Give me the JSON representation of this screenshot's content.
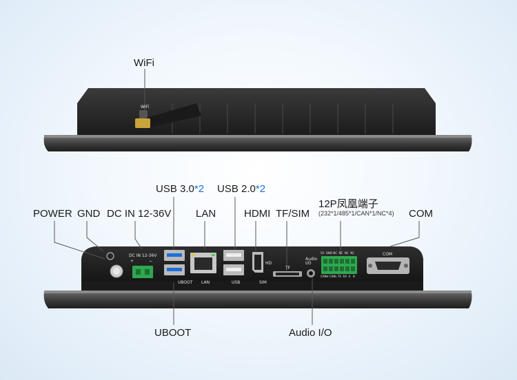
{
  "labels": {
    "wifi": "WiFi",
    "wifi_print": "WiFi",
    "usb3": "USB 3.0",
    "usb3_count": "*2",
    "usb2": "USB 2.0",
    "usb2_count": "*2",
    "power": "POWER",
    "gnd": "GND",
    "dc_in": "DC IN 12-36V",
    "lan": "LAN",
    "hdmi": "HDMI",
    "tf_sim": "TF/SIM",
    "terminal_title": "12P凤凰端子",
    "terminal_sub": "(232*1/485*1/CAN*1/NC*4)",
    "com": "COM",
    "uboot": "UBOOT",
    "audio_io": "Audio I/O"
  },
  "panel_print": {
    "dc_in": "DC IN 12-36V",
    "plus": "+",
    "minus": "−",
    "uboot": "UBOOT",
    "lan": "LAN",
    "usb": "USB",
    "sim": "SIM",
    "tf": "TF",
    "hd": "HD",
    "audio": "Audio\nI/O",
    "com": "COM",
    "terminal_top": "5V  GND NC  NC  NC  NC",
    "terminal_bottom": "CANH CANL TX  RX  A   B"
  },
  "colors": {
    "label_accent": "#1e6fd6",
    "device_body": "#2b2b2b",
    "terminal_green": "#2fa84f",
    "leader_line": "#555555"
  }
}
